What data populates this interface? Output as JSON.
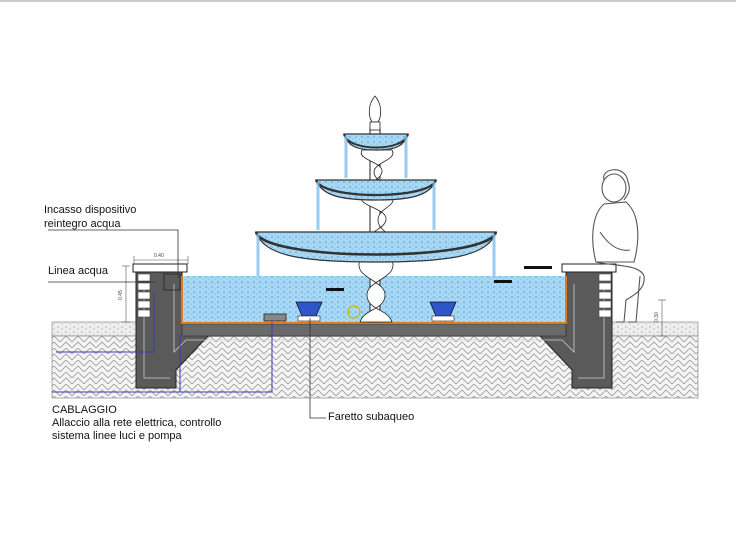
{
  "labels": {
    "incasso_line1": "Incasso dispositivo",
    "incasso_line2": "reintegro acqua",
    "linea_acqua": "Linea acqua",
    "cablaggio_title": "CABLAGGIO",
    "cablaggio_line1": "Allaccio alla rete elettrica, controllo",
    "cablaggio_line2": "sistema linee luci e pompa",
    "faretto": "Faretto subaqueo"
  },
  "dimensions": {
    "width_label": "0.40",
    "left_height_label": "0.45",
    "right_height_label": "0.30"
  },
  "colors": {
    "water": "#a9d8f5",
    "water_dot": "#4a9bd8",
    "concrete": "#555555",
    "ground_hatch": "#9a9a9a",
    "liner": "#e07a1f",
    "cable": "#3a3ab0",
    "lamp": "#2f55c8"
  }
}
